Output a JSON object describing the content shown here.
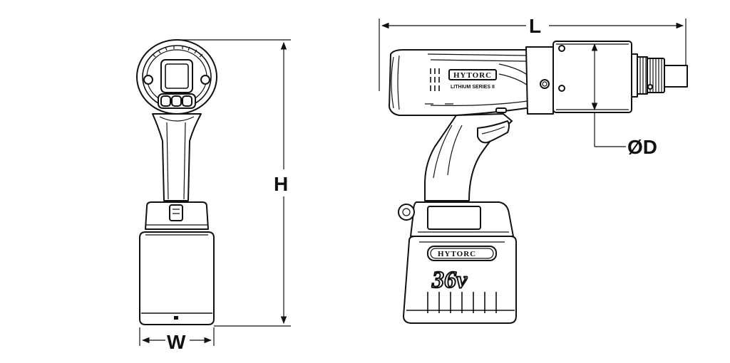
{
  "dimensions": {
    "height": "H",
    "width": "W",
    "length": "L",
    "diameter": "ØD"
  },
  "branding": {
    "body_brand": "HYTORC",
    "series_label": "LITHIUM SERIES II",
    "battery_brand": "HYTORC",
    "battery_voltage": "36v"
  }
}
